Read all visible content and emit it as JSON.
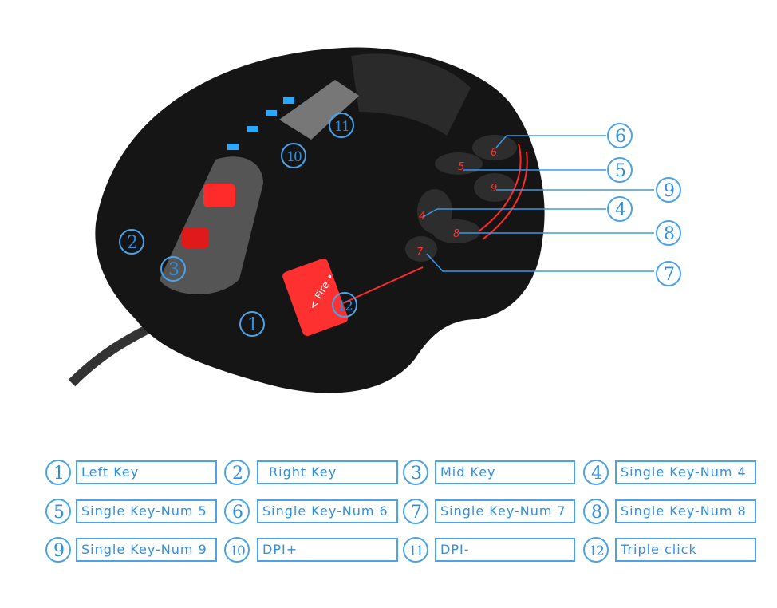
{
  "callouts": [
    "1",
    "2",
    "3",
    "4",
    "5",
    "6",
    "7",
    "8",
    "9",
    "10",
    "11",
    "12"
  ],
  "mouse_labels": {
    "fire": "< Fire •",
    "keys": [
      "4",
      "5",
      "6",
      "7",
      "8",
      "9"
    ]
  },
  "legend": [
    {
      "num": "1",
      "label": "Left Key"
    },
    {
      "num": "2",
      "label": "Right Key"
    },
    {
      "num": "3",
      "label": "Mid Key"
    },
    {
      "num": "4",
      "label": "Single Key-Num 4"
    },
    {
      "num": "5",
      "label": "Single Key-Num 5"
    },
    {
      "num": "6",
      "label": "Single Key-Num 6"
    },
    {
      "num": "7",
      "label": "Single Key-Num 7"
    },
    {
      "num": "8",
      "label": "Single Key-Num 8"
    },
    {
      "num": "9",
      "label": "Single Key-Num 9"
    },
    {
      "num": "10",
      "label": "DPI+"
    },
    {
      "num": "11",
      "label": "DPI-"
    },
    {
      "num": "12",
      "label": "Triple click"
    }
  ],
  "colors": {
    "accent": "#2e8fe0",
    "led_red": "#ff2a2a",
    "led_blue": "#2aa8ff",
    "body": "#151515"
  }
}
